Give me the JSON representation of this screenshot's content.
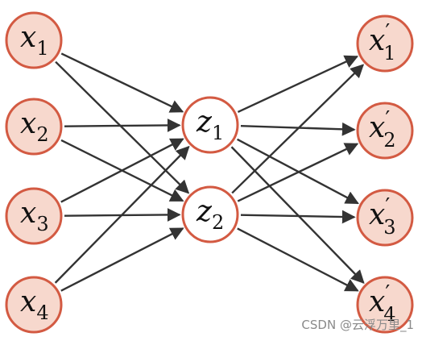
{
  "diagram": {
    "inputs": [
      {
        "var": "x",
        "sub": "1"
      },
      {
        "var": "x",
        "sub": "2"
      },
      {
        "var": "x",
        "sub": "3"
      },
      {
        "var": "x",
        "sub": "4"
      }
    ],
    "hidden": [
      {
        "var": "z",
        "sub": "1"
      },
      {
        "var": "z",
        "sub": "2"
      }
    ],
    "outputs": [
      {
        "var": "x",
        "sub": "1",
        "prime": "′"
      },
      {
        "var": "x",
        "sub": "2",
        "prime": "′"
      },
      {
        "var": "x",
        "sub": "3",
        "prime": "′"
      },
      {
        "var": "x",
        "sub": "4",
        "prime": "′"
      }
    ],
    "connections": {
      "input_to_hidden": "fully-connected",
      "hidden_to_output": "fully-connected"
    },
    "colors": {
      "node_fill": "#f7d8cd",
      "node_stroke": "#d35a42",
      "hidden_fill": "#ffffff",
      "edge": "#333333"
    }
  },
  "watermark": "CSDN @云浮万里_1"
}
